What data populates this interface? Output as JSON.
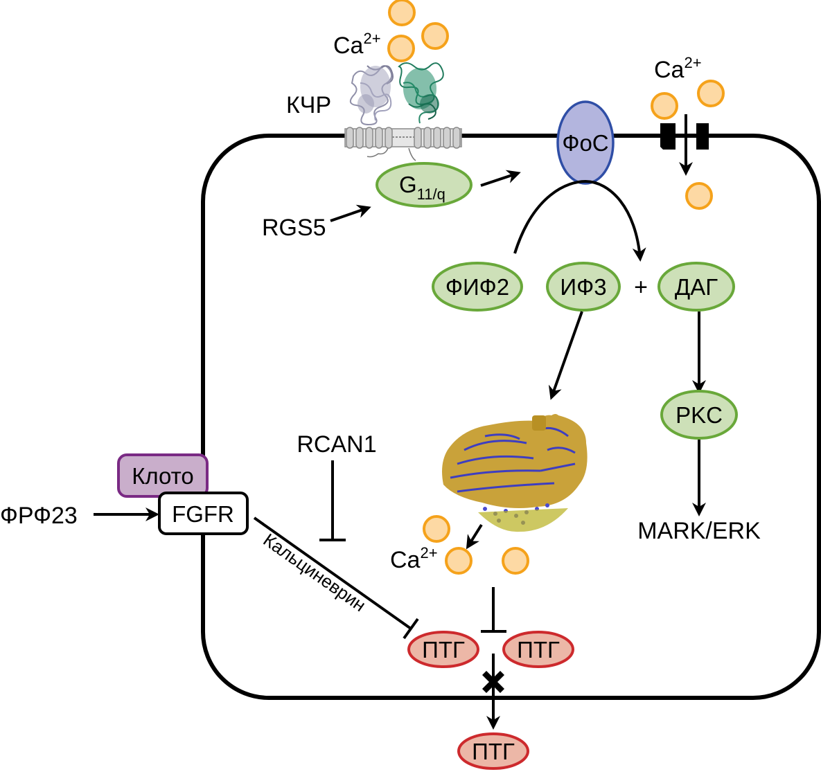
{
  "diagram": {
    "title": "Calcium-sensing receptor signaling in parathyroid cell",
    "colors": {
      "node_green_fill": "#cde0b8",
      "node_green_stroke": "#69a83a",
      "plc_fill": "#b3b5de",
      "plc_stroke": "#2f4ea6",
      "ptg_fill": "#ecb7a7",
      "ptg_stroke": "#cd2a2d",
      "calcium_fill": "#fdd9a4",
      "calcium_stroke": "#f5a21b",
      "klotho_fill": "#c9aecb",
      "klotho_stroke": "#7a2a84"
    },
    "labels": {
      "ca_top": "Ca",
      "ca_top_sup": "2+",
      "ca_channel": "Ca",
      "ca_channel_sup": "2+",
      "ca_er": "Ca",
      "ca_er_sup": "2+",
      "receptor": "КЧР",
      "rgs5": "RGS5",
      "rcan1": "RCAN1",
      "fgf23": "ФРФ23",
      "calcineurin": "Кальциневрин",
      "plus": "+",
      "mapk": "MARK/ERK"
    },
    "nodes": {
      "g11q": "G",
      "g11q_sub": "11/q",
      "plc": "ФоС",
      "pip2": "ФИФ2",
      "ip3": "ИФ3",
      "dag": "ДАГ",
      "pkc": "PKC",
      "klotho": "Клото",
      "fgfr": "FGFR",
      "pth_left": "ПТГ",
      "pth_right": "ПТГ",
      "pth_secreted": "ПТГ"
    },
    "icons": [
      "receptor-protein-structure",
      "calcium-ion",
      "calcium-channel",
      "endoplasmic-reticulum",
      "block-x"
    ]
  }
}
